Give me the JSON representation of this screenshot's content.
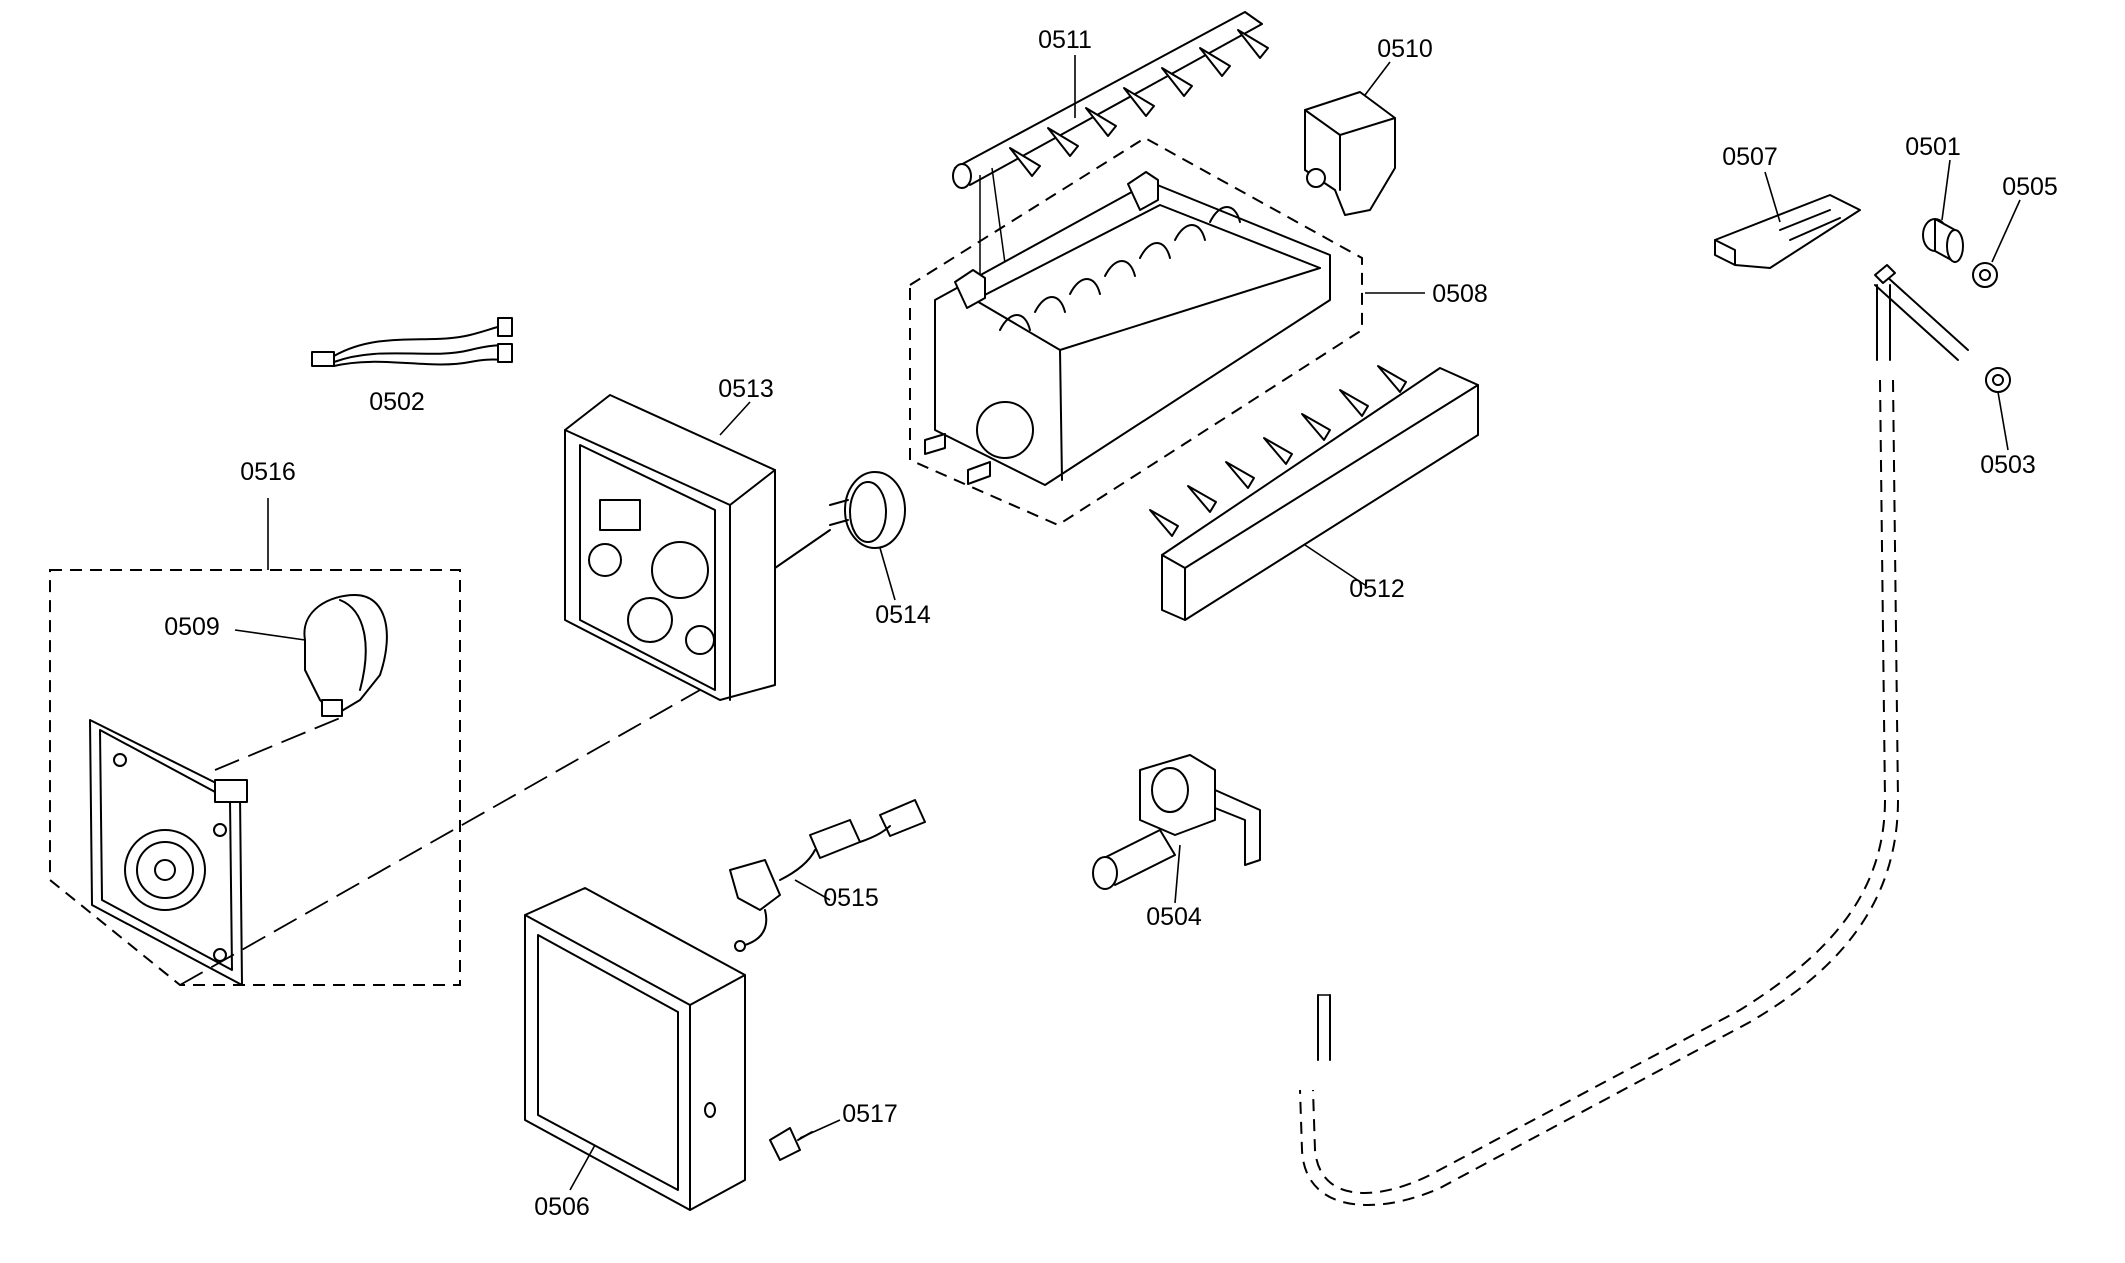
{
  "diagram": {
    "parts": [
      {
        "id": "0511"
      },
      {
        "id": "0510"
      },
      {
        "id": "0507"
      },
      {
        "id": "0501"
      },
      {
        "id": "0505"
      },
      {
        "id": "0508"
      },
      {
        "id": "0502"
      },
      {
        "id": "0513"
      },
      {
        "id": "0516"
      },
      {
        "id": "0503"
      },
      {
        "id": "0509"
      },
      {
        "id": "0514"
      },
      {
        "id": "0512"
      },
      {
        "id": "0515"
      },
      {
        "id": "0504"
      },
      {
        "id": "0517"
      },
      {
        "id": "0506"
      }
    ]
  }
}
